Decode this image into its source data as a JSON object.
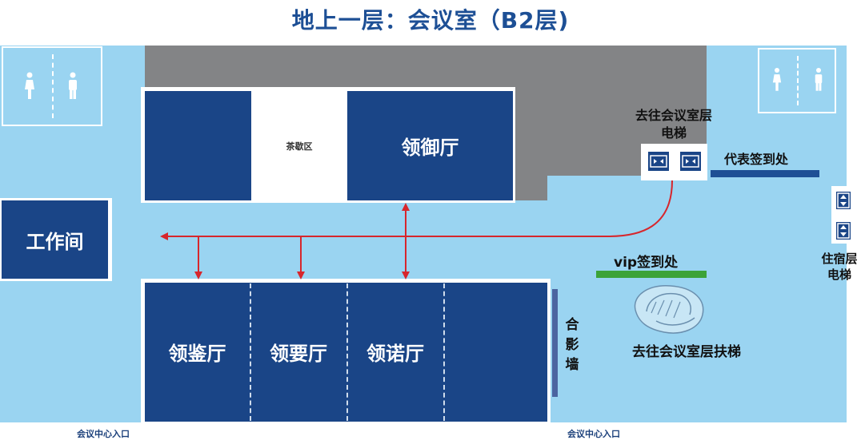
{
  "title": "地上一层：会议室（B2层)",
  "rooms": {
    "tea_area": "茶歇区",
    "lingyu": "领御厅",
    "workroom": "工作间",
    "lingjian": "领鉴厅",
    "lingyao": "领要厅",
    "lingnuo": "领诺厅"
  },
  "labels": {
    "elevator_to_meeting_line1": "去往会议室层",
    "elevator_to_meeting_line2": "电梯",
    "rep_checkin": "代表签到处",
    "vip_checkin": "vip签到处",
    "escalator_to_meeting": "去往会议室层扶梯",
    "lodging_elevator_line1": "住宿层",
    "lodging_elevator_line2": "电梯",
    "photo_wall": [
      "合",
      "影",
      "墙"
    ],
    "entrance_left": "会议中心入口",
    "entrance_right": "会议中心入口"
  },
  "icons": {
    "restroom_left": [
      "woman-icon",
      "man-icon"
    ],
    "restroom_right": [
      "woman-icon",
      "man-icon"
    ],
    "elevator": "elevator-icon",
    "escalator": "escalator-icon",
    "route": "red-arrow-route"
  },
  "colors": {
    "floor": "#9ad4f1",
    "room": "#1a4587",
    "service": "#838486",
    "route": "#d7262c",
    "rep_bar": "#1e4f95",
    "vip_bar": "#3ca338",
    "title": "#1d4f95"
  }
}
